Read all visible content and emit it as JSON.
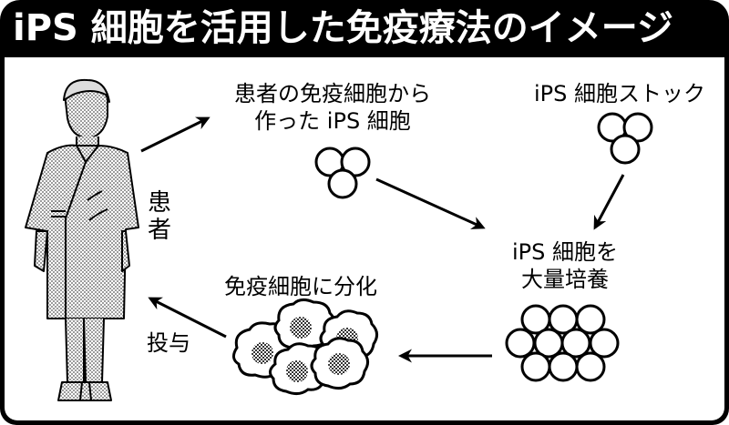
{
  "title": "iPS 細胞を活用した免疫療法のイメージ",
  "labels": {
    "patient_line1": "患",
    "patient_line2": "者",
    "patient_cells_line1": "患者の免疫細胞から",
    "patient_cells_line2": "作った iPS 細胞",
    "stock": "iPS 細胞ストック",
    "culture_line1": "iPS 細胞を",
    "culture_line2": "大量培養",
    "differentiate": "免疫細胞に分化",
    "administer": "投与"
  },
  "flow": [
    {
      "from": "patient",
      "to": "patient-derived-ips-cells"
    },
    {
      "from": "patient-derived-ips-cells",
      "to": "mass-culture"
    },
    {
      "from": "ips-cell-stock",
      "to": "mass-culture"
    },
    {
      "from": "mass-culture",
      "to": "immune-cells"
    },
    {
      "from": "immune-cells",
      "to": "patient",
      "label": "投与"
    }
  ],
  "colors": {
    "frame": "#000000",
    "background": "#ffffff",
    "title_text": "#ffffff"
  }
}
